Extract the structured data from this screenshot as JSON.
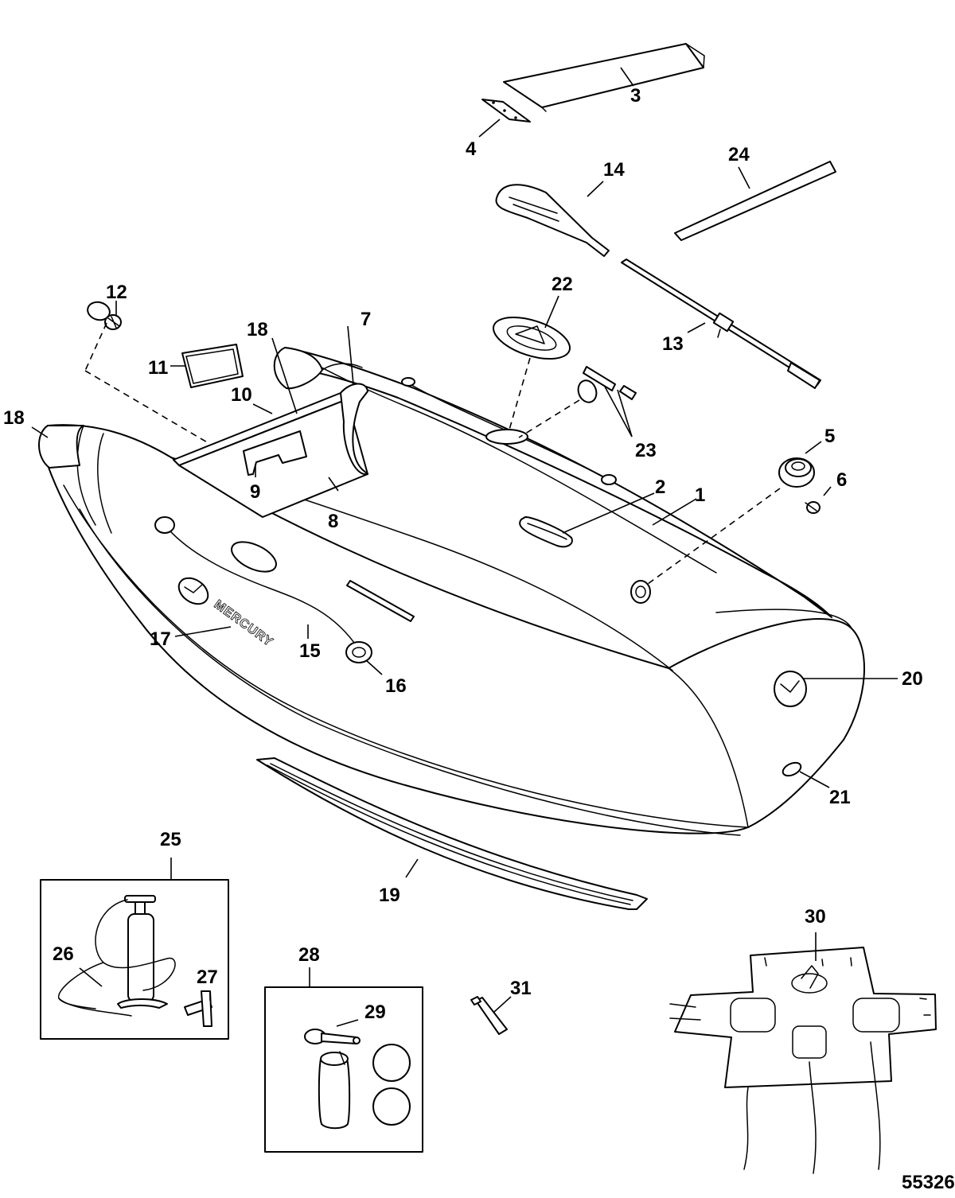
{
  "diagram": {
    "figure_id": "55326",
    "brand_text": "MERCURY",
    "callouts": [
      {
        "id": "c1",
        "label": "1"
      },
      {
        "id": "c2",
        "label": "2"
      },
      {
        "id": "c3",
        "label": "3"
      },
      {
        "id": "c4",
        "label": "4"
      },
      {
        "id": "c5",
        "label": "5"
      },
      {
        "id": "c6",
        "label": "6"
      },
      {
        "id": "c7",
        "label": "7"
      },
      {
        "id": "c8",
        "label": "8"
      },
      {
        "id": "c9",
        "label": "9"
      },
      {
        "id": "c10",
        "label": "10"
      },
      {
        "id": "c11",
        "label": "11"
      },
      {
        "id": "c12",
        "label": "12"
      },
      {
        "id": "c13",
        "label": "13"
      },
      {
        "id": "c14",
        "label": "14"
      },
      {
        "id": "c15",
        "label": "15"
      },
      {
        "id": "c16",
        "label": "16"
      },
      {
        "id": "c17",
        "label": "17"
      },
      {
        "id": "c18a",
        "label": "18"
      },
      {
        "id": "c18b",
        "label": "18"
      },
      {
        "id": "c19",
        "label": "19"
      },
      {
        "id": "c20",
        "label": "20"
      },
      {
        "id": "c21",
        "label": "21"
      },
      {
        "id": "c22",
        "label": "22"
      },
      {
        "id": "c23",
        "label": "23"
      },
      {
        "id": "c24",
        "label": "24"
      },
      {
        "id": "c25",
        "label": "25"
      },
      {
        "id": "c26",
        "label": "26"
      },
      {
        "id": "c27",
        "label": "27"
      },
      {
        "id": "c28",
        "label": "28"
      },
      {
        "id": "c29",
        "label": "29"
      },
      {
        "id": "c30",
        "label": "30"
      },
      {
        "id": "c31",
        "label": "31"
      }
    ]
  }
}
